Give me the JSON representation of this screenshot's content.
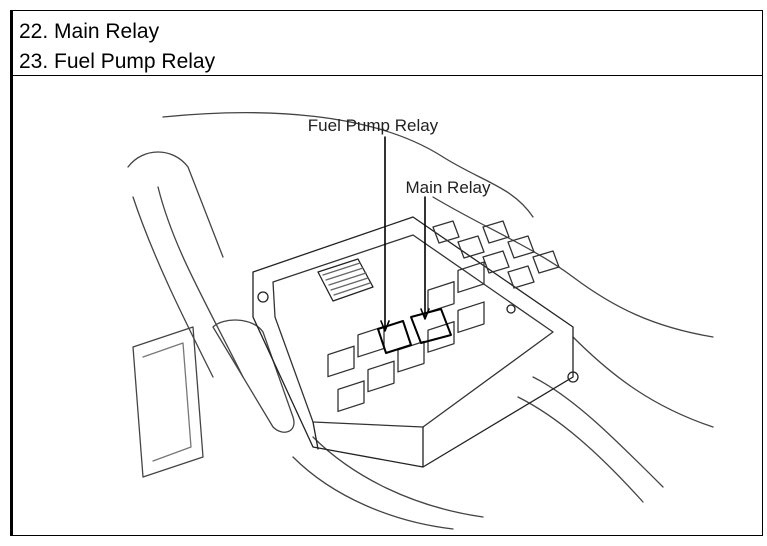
{
  "legend": [
    {
      "label": "22. Main Relay"
    },
    {
      "label": "23. Fuel Pump Relay"
    }
  ],
  "figure": {
    "callouts": [
      "Fuel Pump Relay",
      "Main Relay"
    ]
  }
}
